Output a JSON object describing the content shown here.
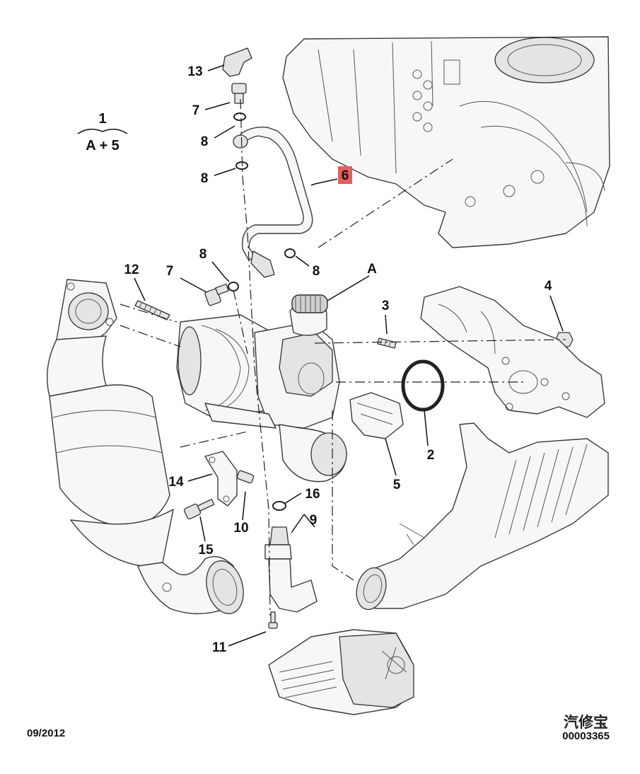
{
  "assembly": {
    "number": "1",
    "formula": "A + 5"
  },
  "callouts": [
    {
      "id": "c13",
      "label": "13"
    },
    {
      "id": "c7a",
      "label": "7"
    },
    {
      "id": "c8a",
      "label": "8"
    },
    {
      "id": "c8b",
      "label": "8"
    },
    {
      "id": "c6",
      "label": "6",
      "highlighted": true
    },
    {
      "id": "c8c",
      "label": "8"
    },
    {
      "id": "c8d",
      "label": "8"
    },
    {
      "id": "c12",
      "label": "12"
    },
    {
      "id": "c7b",
      "label": "7"
    },
    {
      "id": "cA",
      "label": "A"
    },
    {
      "id": "c3",
      "label": "3"
    },
    {
      "id": "c4",
      "label": "4"
    },
    {
      "id": "c2",
      "label": "2"
    },
    {
      "id": "c5",
      "label": "5"
    },
    {
      "id": "c14",
      "label": "14"
    },
    {
      "id": "c16",
      "label": "16"
    },
    {
      "id": "c9",
      "label": "9"
    },
    {
      "id": "c10",
      "label": "10"
    },
    {
      "id": "c15",
      "label": "15"
    },
    {
      "id": "c11",
      "label": "11"
    }
  ],
  "footer": {
    "date": "09/2012",
    "reference": "00003365",
    "watermark": "汽修宝"
  },
  "colors": {
    "highlight": "#e35d5d",
    "ink": "#111111",
    "part_fill": "#f7f7f7"
  }
}
